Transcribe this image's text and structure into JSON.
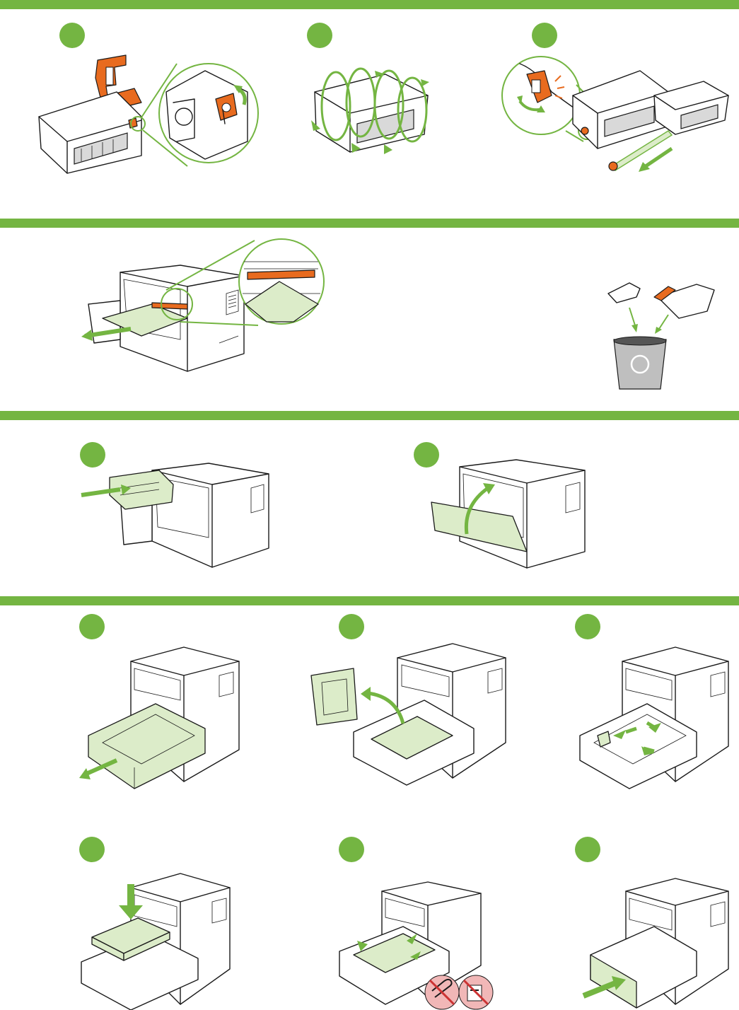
{
  "colors": {
    "accent_green": "#74b542",
    "light_green": "#dcecc9",
    "orange": "#e86b1f",
    "bin_grey": "#bfbfbf"
  },
  "icons": [
    "toner-cartridge",
    "orange-shipping-lock",
    "rock-cartridge-arrows",
    "pull-tab",
    "printer",
    "fuser-jam-paper",
    "recycle-bin",
    "paper-tray",
    "paper-stack",
    "no-paperclip-icon",
    "no-staple-icon"
  ]
}
